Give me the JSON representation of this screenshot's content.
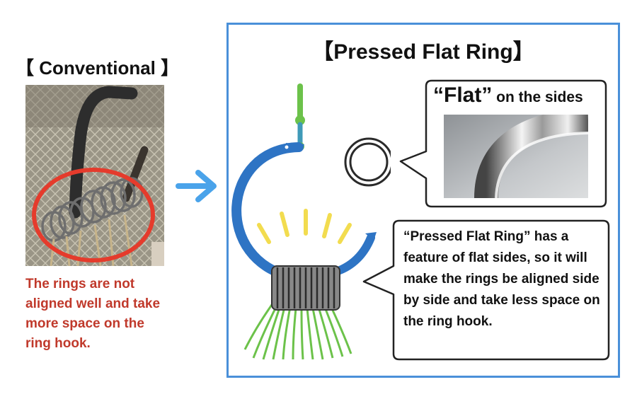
{
  "conventional": {
    "title": "【 Conventional 】",
    "caption": "The rings are not aligned well and take more space on the ring hook."
  },
  "pressed": {
    "title": "【Pressed Flat Ring】",
    "flat_word": "“Flat”",
    "flat_rest": " on the sides",
    "description": "“Pressed Flat Ring” has a feature of flat sides, so it will make the rings be aligned side by side and take less space on the ring hook."
  },
  "colors": {
    "frame_blue": "#4a90d9",
    "hook_blue": "#2e74c4",
    "arrow_blue": "#4aa3ea",
    "caption_red": "#c0392b",
    "circle_red": "#e53b2c",
    "wire_green": "#6cc24a",
    "spark_yellow": "#f2dc4f"
  }
}
